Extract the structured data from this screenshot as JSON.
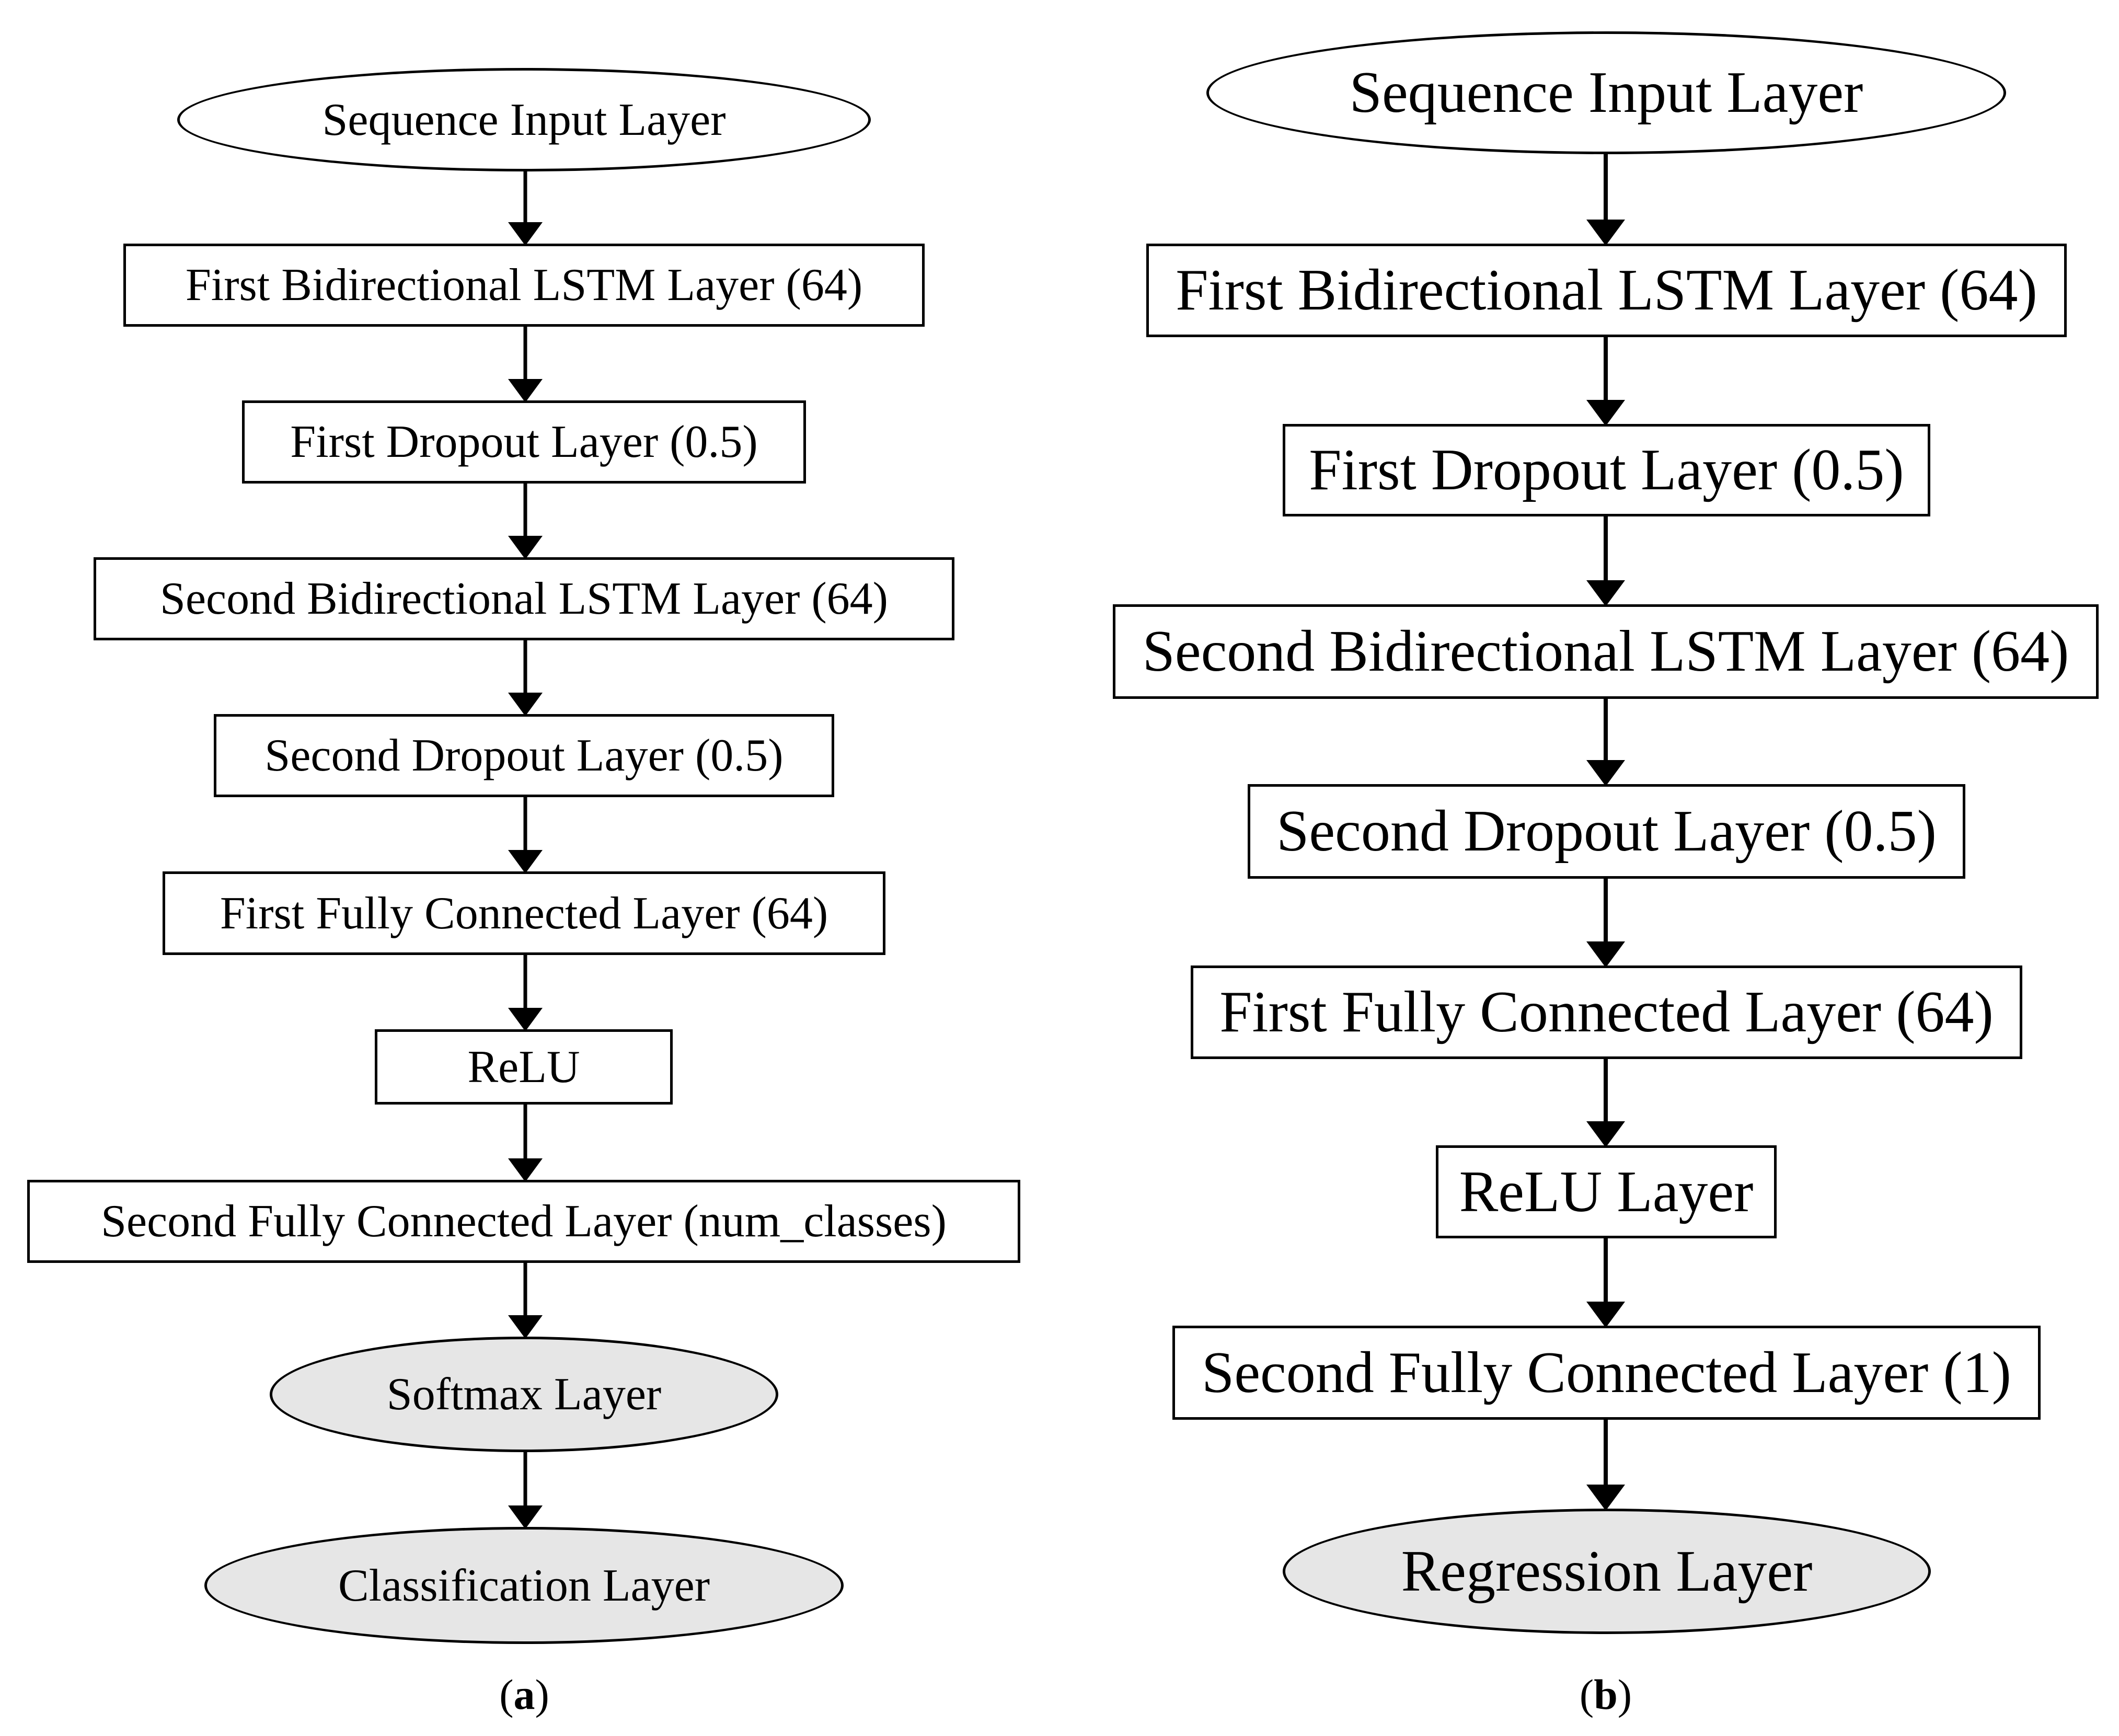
{
  "panel_a": {
    "nodes": [
      {
        "label": "Sequence Input Layer",
        "shape": "ellipse",
        "fill": "#ffffff"
      },
      {
        "label": "First Bidirectional LSTM Layer (64)",
        "shape": "box"
      },
      {
        "label": "First Dropout Layer (0.5)",
        "shape": "box"
      },
      {
        "label": "Second Bidirectional LSTM Layer (64)",
        "shape": "box"
      },
      {
        "label": "Second Dropout Layer (0.5)",
        "shape": "box"
      },
      {
        "label": "First Fully Connected Layer (64)",
        "shape": "box"
      },
      {
        "label": "ReLU",
        "shape": "box"
      },
      {
        "label": "Second Fully Connected Layer (num_classes)",
        "shape": "box"
      },
      {
        "label": "Softmax Layer",
        "shape": "ellipse",
        "fill": "#e6e6e6"
      },
      {
        "label": "Classification Layer",
        "shape": "ellipse",
        "fill": "#e6e6e6"
      }
    ],
    "caption_left": "(",
    "caption_letter": "a",
    "caption_right": ")"
  },
  "panel_b": {
    "nodes": [
      {
        "label": "Sequence Input Layer",
        "shape": "ellipse",
        "fill": "#ffffff"
      },
      {
        "label": "First Bidirectional LSTM Layer (64)",
        "shape": "box"
      },
      {
        "label": "First Dropout Layer (0.5)",
        "shape": "box"
      },
      {
        "label": "Second Bidirectional LSTM Layer (64)",
        "shape": "box"
      },
      {
        "label": "Second Dropout Layer (0.5)",
        "shape": "box"
      },
      {
        "label": "First Fully Connected Layer (64)",
        "shape": "box"
      },
      {
        "label": "ReLU Layer",
        "shape": "box"
      },
      {
        "label": "Second Fully Connected Layer (1)",
        "shape": "box"
      },
      {
        "label": "Regression Layer",
        "shape": "ellipse",
        "fill": "#e6e6e6"
      }
    ],
    "caption_left": "(",
    "caption_letter": "b",
    "caption_right": ")"
  },
  "colors": {
    "stroke": "#000000",
    "terminal_fill": "#e6e6e6",
    "background": "#ffffff"
  }
}
